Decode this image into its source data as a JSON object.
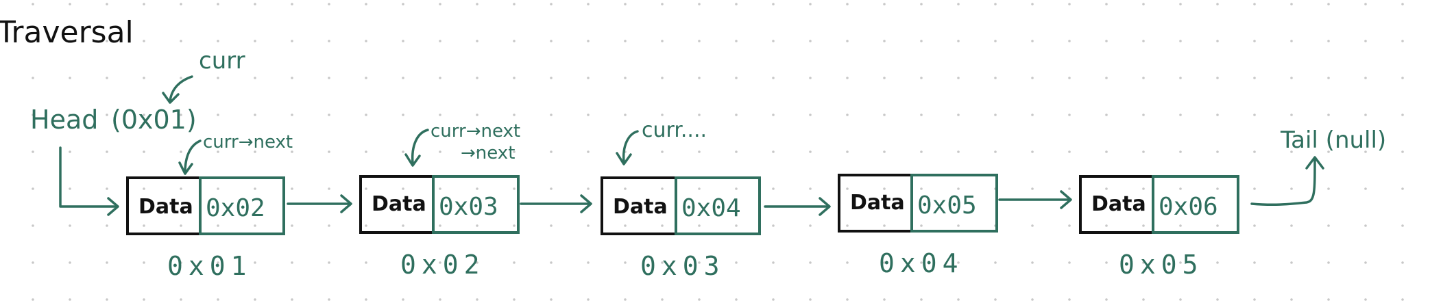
{
  "title": "Traversal",
  "colors": {
    "ink": "#111111",
    "accent": "#2f6f5e"
  },
  "labels": {
    "head": "Head",
    "head_addr": "(0x01)",
    "curr": "curr",
    "curr_next": "curr→next",
    "curr_next_next_1": "curr→next",
    "curr_next_next_2": "→next",
    "curr_dots": "curr....",
    "tail": "Tail (null)"
  },
  "nodes": [
    {
      "data": "Data",
      "next": "0x02",
      "address": "0x01"
    },
    {
      "data": "Data",
      "next": "0x03",
      "address": "0x02"
    },
    {
      "data": "Data",
      "next": "0x04",
      "address": "0x03"
    },
    {
      "data": "Data",
      "next": "0x05",
      "address": "0x04"
    },
    {
      "data": "Data",
      "next": "0x06",
      "address": "0x05"
    }
  ]
}
